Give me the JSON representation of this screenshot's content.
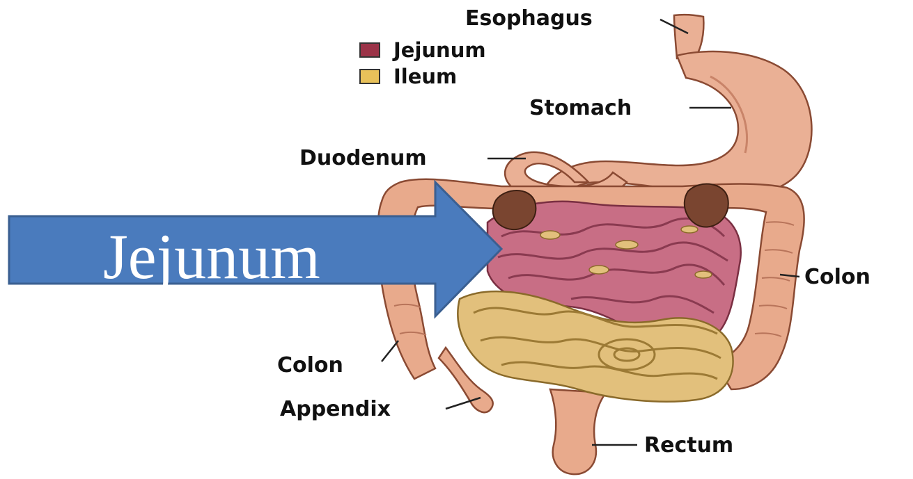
{
  "labels": {
    "esophagus": "Esophagus",
    "stomach": "Stomach",
    "duodenum": "Duodenum",
    "colon_right": "Colon",
    "colon_left": "Colon",
    "appendix": "Appendix",
    "rectum": "Rectum"
  },
  "legend": [
    {
      "label": "Jejunum",
      "color": "#9b3348"
    },
    {
      "label": "Ileum",
      "color": "#e8c15a"
    }
  ],
  "callout": {
    "text": "Jejunum",
    "color": "#4a7bbd",
    "border_color": "#3a5f91"
  },
  "colors": {
    "organ": "#eab095",
    "organ_outline": "#8a4a33",
    "jejunum": "#c86e85",
    "ileum": "#e2c07c",
    "sphincter": "#7a4530"
  }
}
